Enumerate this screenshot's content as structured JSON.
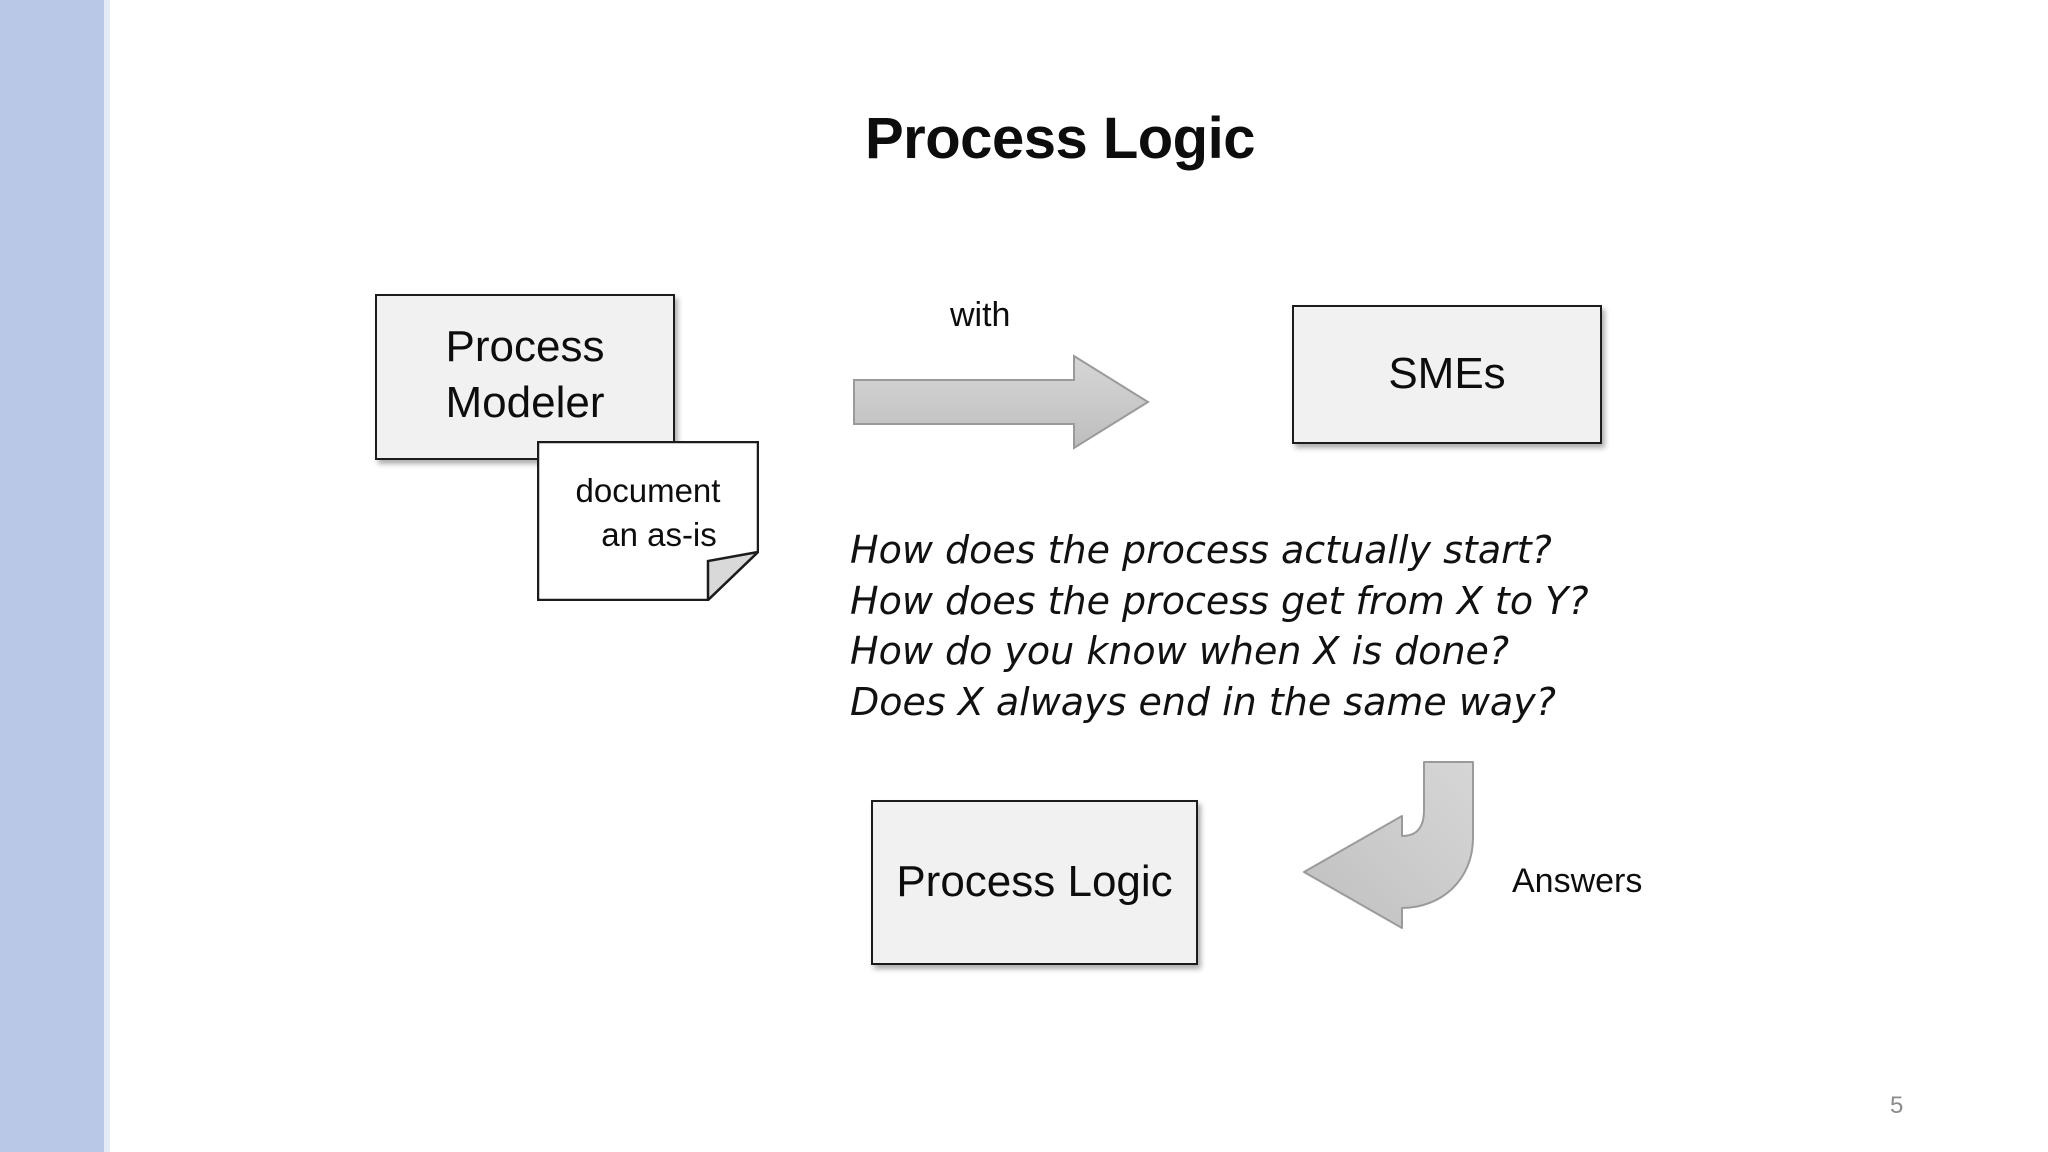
{
  "slide": {
    "title": "Process Logic",
    "page_number": "5",
    "accent_stripe_color": "#b8c8e6",
    "background_color": "#ffffff"
  },
  "shapes": {
    "process_modeler": {
      "line1": "Process",
      "line2": "Modeler",
      "fill_color": "#f1f1f1",
      "border_color": "#1c1c1c"
    },
    "smes": {
      "label": "SMEs",
      "fill_color": "#f1f1f1",
      "border_color": "#1c1c1c"
    },
    "process_logic": {
      "label": "Process Logic",
      "fill_color": "#f1f1f1",
      "border_color": "#1c1c1c"
    },
    "document_note": {
      "line1": "document",
      "line2": "an as-is",
      "fill_color": "#ffffff",
      "fold_color": "#d9d9d9",
      "border_color": "#1c1c1c"
    }
  },
  "connectors": {
    "with_arrow": {
      "label": "with",
      "direction": "right",
      "fill_color": "#c8c8c8"
    },
    "answers_arrow": {
      "label": "Answers",
      "direction": "left-bent",
      "fill_color": "#c8c8c8"
    }
  },
  "questions": {
    "items": [
      "How does the process actually start?",
      "How does the process get from X to Y?",
      "How do you know when X is done?",
      "Does X always end in the same way?"
    ]
  }
}
